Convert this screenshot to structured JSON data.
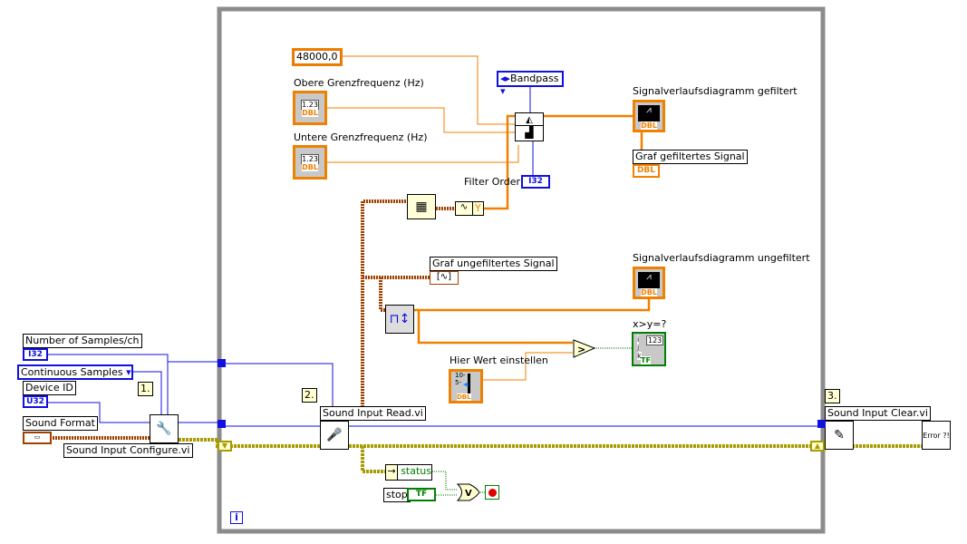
{
  "loop": {
    "iteration_terminal": "i"
  },
  "constants": {
    "sample_rate": "48000,0"
  },
  "controls": {
    "upper_cutoff": {
      "label": "Obere Grenzfrequenz (Hz)",
      "type": "DBL",
      "display": "1.23"
    },
    "lower_cutoff": {
      "label": "Untere Grenzfrequenz (Hz)",
      "type": "DBL",
      "display": "1.23"
    },
    "filter_type": {
      "value": "Bandpass"
    },
    "samples_per_ch": {
      "label": "Number of Samples/ch",
      "type": "I32"
    },
    "sample_mode": {
      "value": "Continuous Samples"
    },
    "device_id": {
      "label": "Device ID",
      "type": "U32"
    },
    "sound_format": {
      "label": "Sound Format"
    },
    "threshold": {
      "label": "Hier Wert einstellen",
      "type": "DBL",
      "ticks": [
        "10-",
        "5-"
      ]
    }
  },
  "indicators": {
    "filter_order": {
      "label": "Filter Order",
      "type": "I32"
    },
    "chart_filtered": {
      "label": "Signalverlaufsdiagramm gefiltert",
      "type": "DBL"
    },
    "graph_filtered": {
      "label": "Graf gefiltertes Signal",
      "type": "DBL"
    },
    "graph_unfiltered": {
      "label": "Graf ungefiltertes Signal"
    },
    "chart_unfiltered": {
      "label": "Signalverlaufsdiagramm ungefiltert",
      "type": "DBL"
    },
    "compare": {
      "label": "x>y=?",
      "display": "123",
      "type": "TF",
      "rows": [
        "i",
        "j",
        "k"
      ]
    }
  },
  "nodes": {
    "configure": {
      "label": "Sound Input Configure.vi",
      "step": "1."
    },
    "read": {
      "label": "Sound Input Read.vi",
      "step": "2."
    },
    "clear": {
      "label": "Sound Input Clear.vi",
      "step": "3."
    },
    "error": {
      "label": "Error ?!"
    },
    "waveform_y": "Y",
    "greater": ">",
    "or": "V",
    "status": "status",
    "stop_label": "stop",
    "stop_const": "TF"
  },
  "colors": {
    "dbl": "#f08000",
    "int": "#1010e0",
    "bool": "#008000",
    "error": "#c8c800",
    "loop": "#8c8c8c",
    "cluster": "#a04000"
  }
}
